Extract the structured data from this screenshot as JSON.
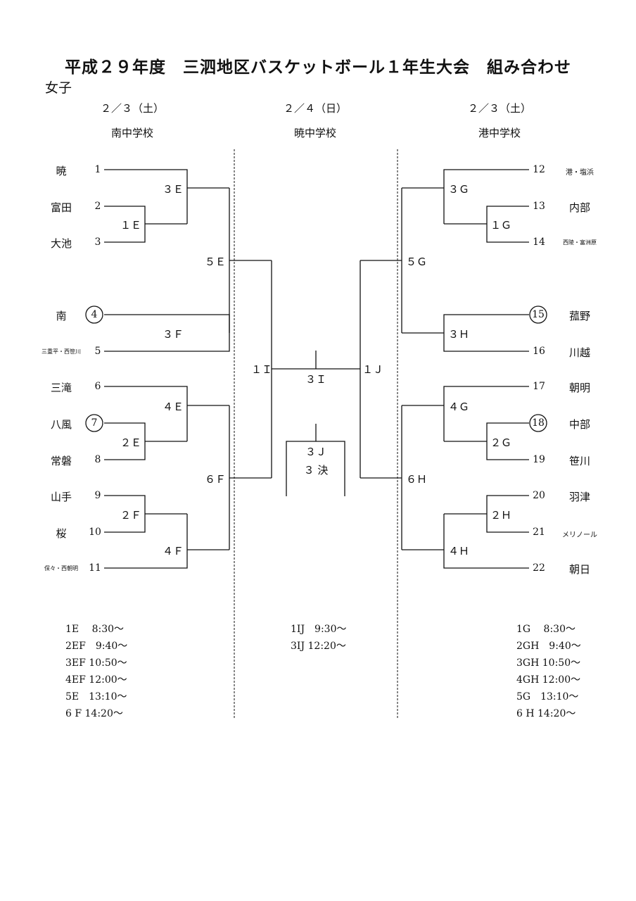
{
  "title": "平成２９年度　三泗地区バスケットボール１年生大会　組み合わせ",
  "subtitle": "女子",
  "venues": {
    "left": {
      "date": "２／３（土）",
      "venue": "南中学校"
    },
    "center": {
      "date": "２／４（日）",
      "venue": "暁中学校"
    },
    "right": {
      "date": "２／３（土）",
      "venue": "港中学校"
    }
  },
  "teams": [
    {
      "seed": "1",
      "name": "暁"
    },
    {
      "seed": "2",
      "name": "富田"
    },
    {
      "seed": "3",
      "name": "大池"
    },
    {
      "seed": "4",
      "name": "南"
    },
    {
      "seed": "5",
      "name": "三重平・西笹川"
    },
    {
      "seed": "6",
      "name": "三滝"
    },
    {
      "seed": "7",
      "name": "八風"
    },
    {
      "seed": "8",
      "name": "常磐"
    },
    {
      "seed": "9",
      "name": "山手"
    },
    {
      "seed": "10",
      "name": "桜"
    },
    {
      "seed": "11",
      "name": "保々・西朝明"
    },
    {
      "seed": "12",
      "name": "港・塩浜"
    },
    {
      "seed": "13",
      "name": "内部"
    },
    {
      "seed": "14",
      "name": "西陵・富洲原"
    },
    {
      "seed": "15",
      "name": "菰野"
    },
    {
      "seed": "16",
      "name": "川越"
    },
    {
      "seed": "17",
      "name": "朝明"
    },
    {
      "seed": "18",
      "name": "中部"
    },
    {
      "seed": "19",
      "name": "笹川"
    },
    {
      "seed": "20",
      "name": "羽津"
    },
    {
      "seed": "21",
      "name": "メリノール"
    },
    {
      "seed": "22",
      "name": "朝日"
    }
  ],
  "games": {
    "g1E": "１Ｅ",
    "g2E": "２Ｅ",
    "g3E": "３Ｅ",
    "g4E": "４Ｅ",
    "g5E": "５Ｅ",
    "g2F": "２Ｆ",
    "g3F": "３Ｆ",
    "g4F": "４Ｆ",
    "g6F": "６Ｆ",
    "g1G": "１Ｇ",
    "g2G": "２Ｇ",
    "g3G": "３Ｇ",
    "g4G": "４Ｇ",
    "g5G": "５Ｇ",
    "g2H": "２Ｈ",
    "g3H": "３Ｈ",
    "g4H": "４Ｈ",
    "g6H": "６Ｈ",
    "g1I": "１Ｉ",
    "g1J": "１Ｊ",
    "g3I": "３Ｉ",
    "g3J": "３Ｊ",
    "third": "３ 決"
  },
  "schedule": {
    "left": [
      "1E　 8:30～",
      "2EF　9:40～",
      "3EF 10:50～",
      "4EF 12:00～",
      "5E　13:10～",
      "6 F 14:20～"
    ],
    "center": [
      "1IJ　9:30～",
      "3IJ 12:20～"
    ],
    "right": [
      "1G　 8:30～",
      "2GH　9:40～",
      "3GH 10:50～",
      "4GH 12:00～",
      "5G　13:10～",
      "6 H 14:20～"
    ]
  }
}
